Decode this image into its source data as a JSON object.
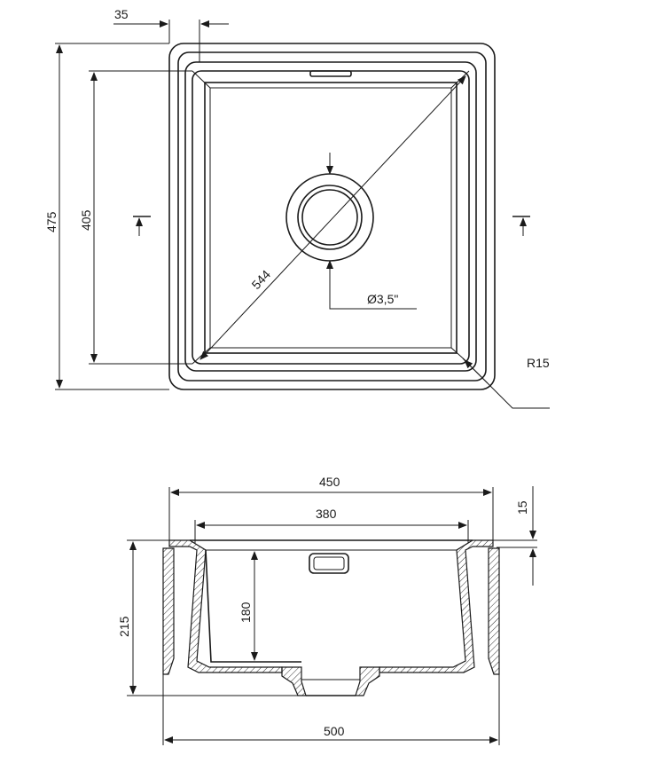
{
  "top_view": {
    "flange_offset": "35",
    "overall_height": "475",
    "inner_height": "405",
    "diagonal": "544",
    "drain_diameter": "Ø3,5\"",
    "corner_radius": "R15"
  },
  "section_view": {
    "top_width": "450",
    "inner_width": "380",
    "lip_height": "15",
    "total_height": "215",
    "bowl_depth": "180",
    "bottom_width": "500"
  }
}
